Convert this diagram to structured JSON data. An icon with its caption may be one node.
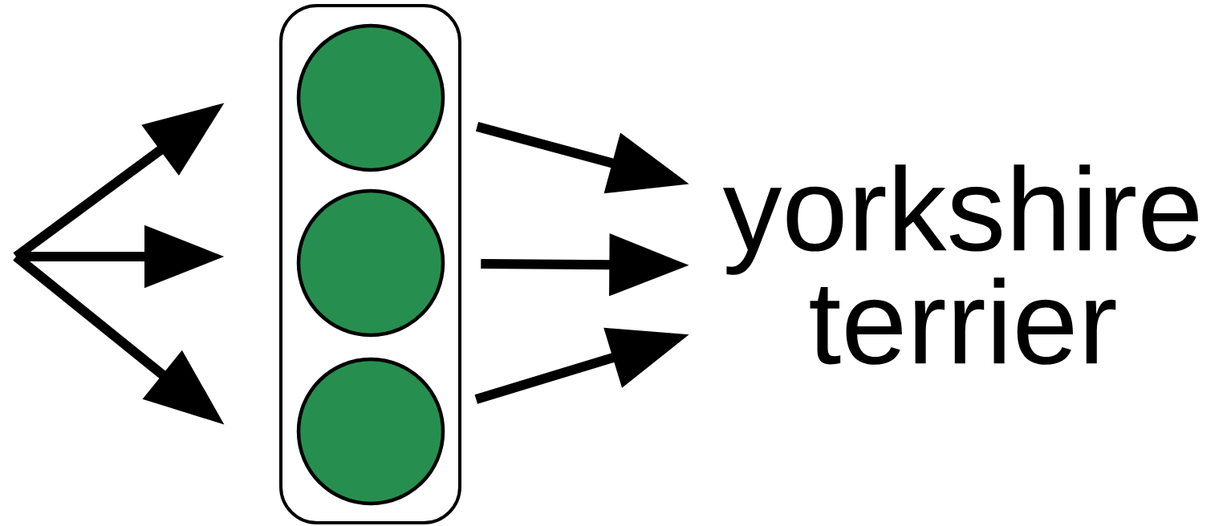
{
  "diagram": {
    "nodes": [
      {
        "text": [],
        "shape": "box"
      },
      {
        "text": [],
        "shape": "circle",
        "in": 0
      },
      {
        "text": [],
        "shape": "circle",
        "in": 0
      },
      {
        "text": [],
        "shape": "circle",
        "in": 0
      },
      {
        "text": [
          "yorkshire terrier"
        ]
      }
    ],
    "edges": [
      {
        "from": 1,
        "to": 4,
        "arrow": "to"
      },
      {
        "from": 2,
        "to": 4,
        "arrow": "to"
      },
      {
        "from": 3,
        "to": 4,
        "arrow": "to"
      }
    ]
  }
}
